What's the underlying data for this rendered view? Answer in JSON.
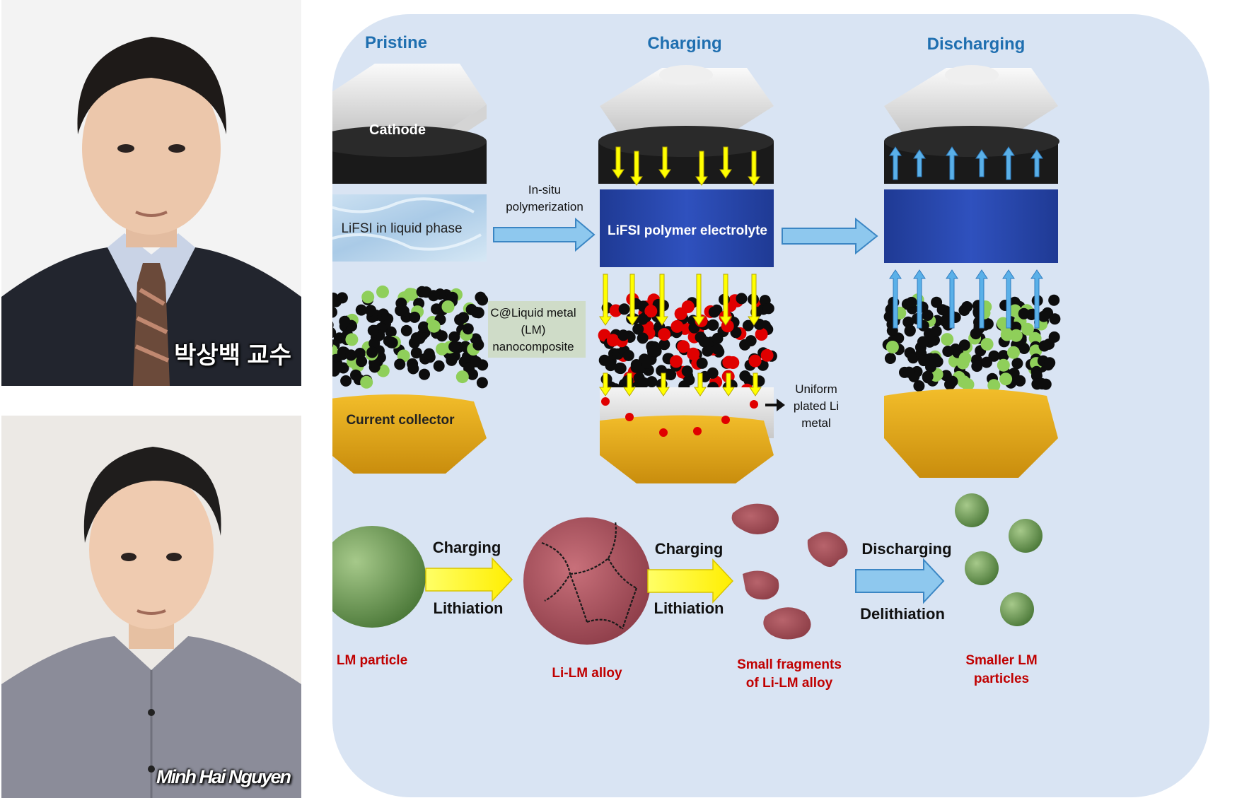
{
  "people": [
    {
      "name": "박상백 교수"
    },
    {
      "name": "Minh Hai Nguyen"
    }
  ],
  "stages": {
    "pristine": "Pristine",
    "charging": "Charging",
    "discharging": "Discharging"
  },
  "cell_labels": {
    "cathode": "Cathode",
    "liquid": "LiFSI in liquid phase",
    "polymer": "LiFSI polymer electrolyte",
    "current_collector": "Current collector"
  },
  "process": {
    "line1": "In-situ",
    "line2": "polymerization"
  },
  "nanocomposite": {
    "line1": "C@Liquid metal",
    "line2": "(LM)",
    "line3": "nanocomposite"
  },
  "plated": {
    "line1": "Uniform",
    "line2": "plated Li",
    "line3": "metal"
  },
  "mechanism": {
    "arrow1_top": "Charging",
    "arrow1_bottom": "Lithiation",
    "arrow2_top": "Charging",
    "arrow2_bottom": "Lithiation",
    "arrow3_top": "Discharging",
    "arrow3_bottom": "Delithiation",
    "lm_particle": "LM particle",
    "alloy": "Li-LM alloy",
    "fragments_line1": "Small fragments",
    "fragments_line2": "of Li-LM alloy",
    "smaller_line1": "Smaller LM",
    "smaller_line2": "particles"
  },
  "colors": {
    "panel_bg": "#d9e4f3",
    "stage_title": "#1f6fb0",
    "caption_red": "#c00000",
    "electrolyte_blue": "#2a45a8",
    "collector_gold": "#e1a918",
    "cathode_black": "#1a1a1a",
    "li_red": "#e00000",
    "lm_green": "#8fcf5a",
    "arrow_yellow": "#ffff00",
    "arrow_blue": "#5ab0e8"
  }
}
